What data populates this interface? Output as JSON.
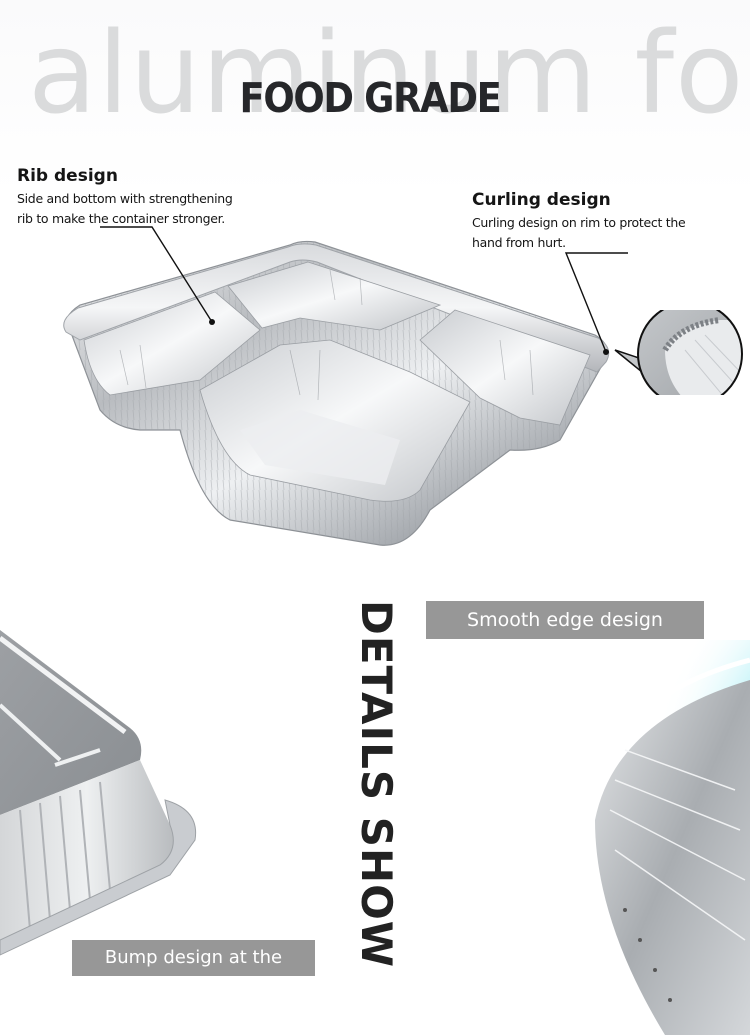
{
  "header": {
    "background_word": "aluminum foil",
    "title": "FOOD GRADE"
  },
  "callouts": [
    {
      "title": "Rib design",
      "lines": [
        "Side and bottom with strengthening",
        "rib to make the container stronger."
      ]
    },
    {
      "title": "Curling  design",
      "lines": [
        "Curling  design on rim to  protect the",
        "hand from hurt."
      ]
    }
  ],
  "images": {
    "main_product": "three-compartment aluminum foil tray",
    "zoom_detail": "curled rim close-up",
    "left_detail": "bottom of foil container with bump pattern",
    "right_detail": "smooth edge of foil container with cyan glow"
  },
  "section": {
    "vertical_title": "DETAILS SHOW"
  },
  "tags": {
    "smooth_edge": "Smooth edge design",
    "bump_bottom": "Bump design at the bottom"
  },
  "colors": {
    "tag_bg": "#979797",
    "title": "#26272a",
    "bg_word": "#dadbdc",
    "glow": "#6fe3ef"
  }
}
